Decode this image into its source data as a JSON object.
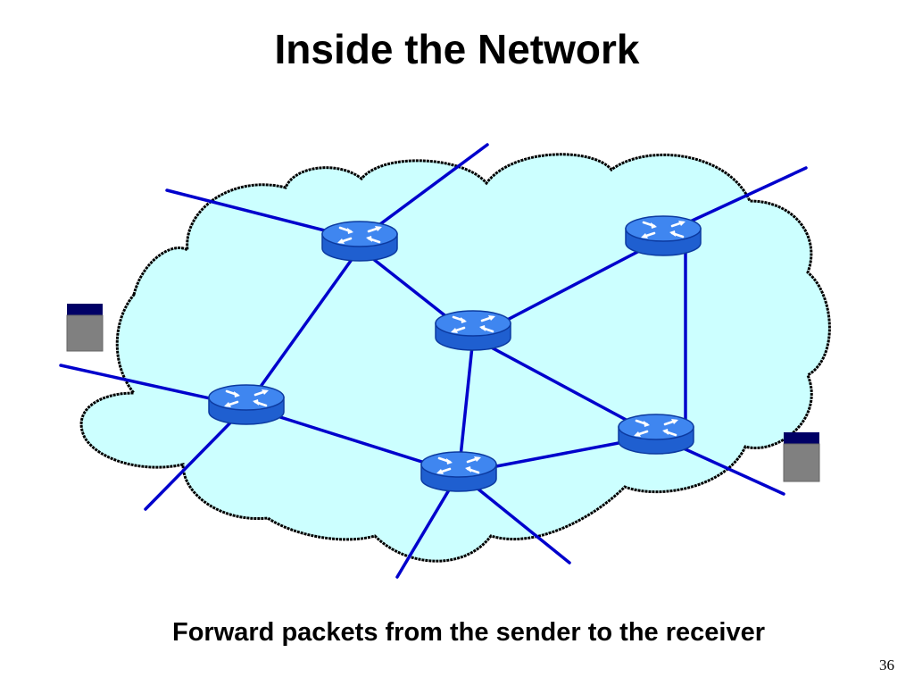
{
  "slide": {
    "title": "Inside the Network",
    "caption": "Forward packets from the sender to the receiver",
    "page_number": "36"
  },
  "colors": {
    "cloud_fill": "#ccffff",
    "cloud_outline": "#000000",
    "link": "#0000cc",
    "router_body": "#2a6fe0",
    "router_top": "#3f86f0",
    "router_dark": "#0c3aa0",
    "host_top": "#000066",
    "host_body": "#808080"
  },
  "diagram": {
    "routers": [
      "router-nw",
      "router-center",
      "router-ne",
      "router-west",
      "router-south",
      "router-east"
    ],
    "hosts": [
      "sender-host",
      "receiver-host"
    ]
  }
}
